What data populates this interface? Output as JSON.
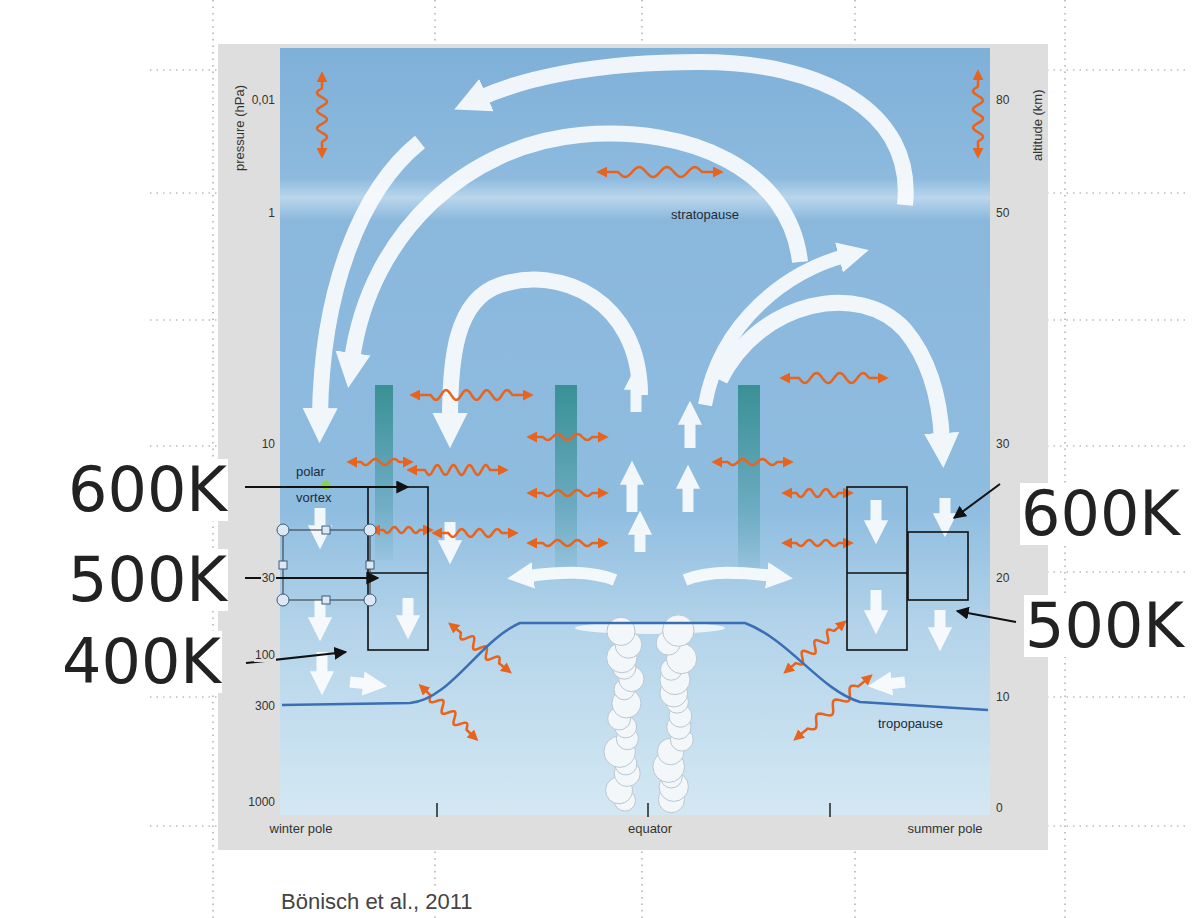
{
  "diagram": {
    "caption": "Bönisch et al., 2011",
    "labels": [
      "pressure (hPa)",
      "0,01",
      "1",
      "10",
      "30",
      "100",
      "300",
      "1000",
      "altitude (km)",
      "80",
      "50",
      "30",
      "20",
      "10",
      "0",
      "stratopause",
      "polar vortex",
      "tropopause",
      "winter pole",
      "equator",
      "summer pole",
      "600K",
      "500K",
      "400K",
      "600K",
      "500K"
    ]
  }
}
